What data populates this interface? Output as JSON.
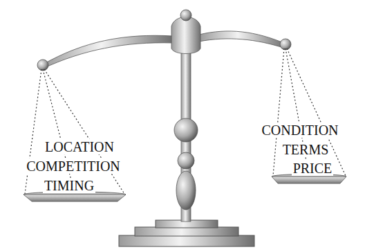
{
  "diagram": {
    "labels": [
      "LOCATION",
      "COMPETITION",
      "TIMING",
      "CONDITION",
      "TERMS",
      "PRICE"
    ]
  }
}
